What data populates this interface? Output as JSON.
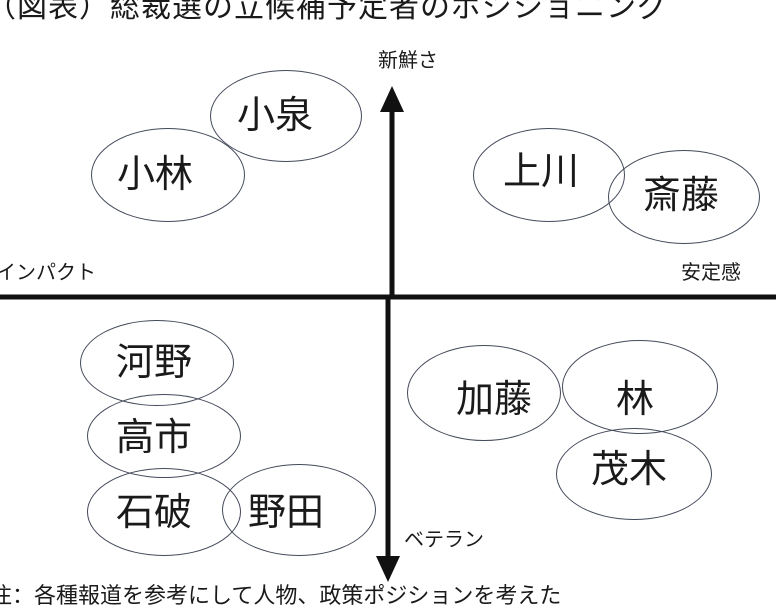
{
  "title": "（図表）総裁選の立候補予定者のポジショニング",
  "axes": {
    "top": "新鮮さ",
    "left": "インパクト",
    "right": "安定感",
    "bottom": "ベテラン"
  },
  "candidates": {
    "koizumi": "小泉",
    "kobayashi": "小林",
    "kamikawa": "上川",
    "saito": "斎藤",
    "kono": "河野",
    "takaichi": "高市",
    "ishiba": "石破",
    "noda": "野田",
    "kato": "加藤",
    "hayashi": "林",
    "motegi": "茂木"
  },
  "note": "注：各種報道を参考にして人物、政策ポジションを考えた"
}
